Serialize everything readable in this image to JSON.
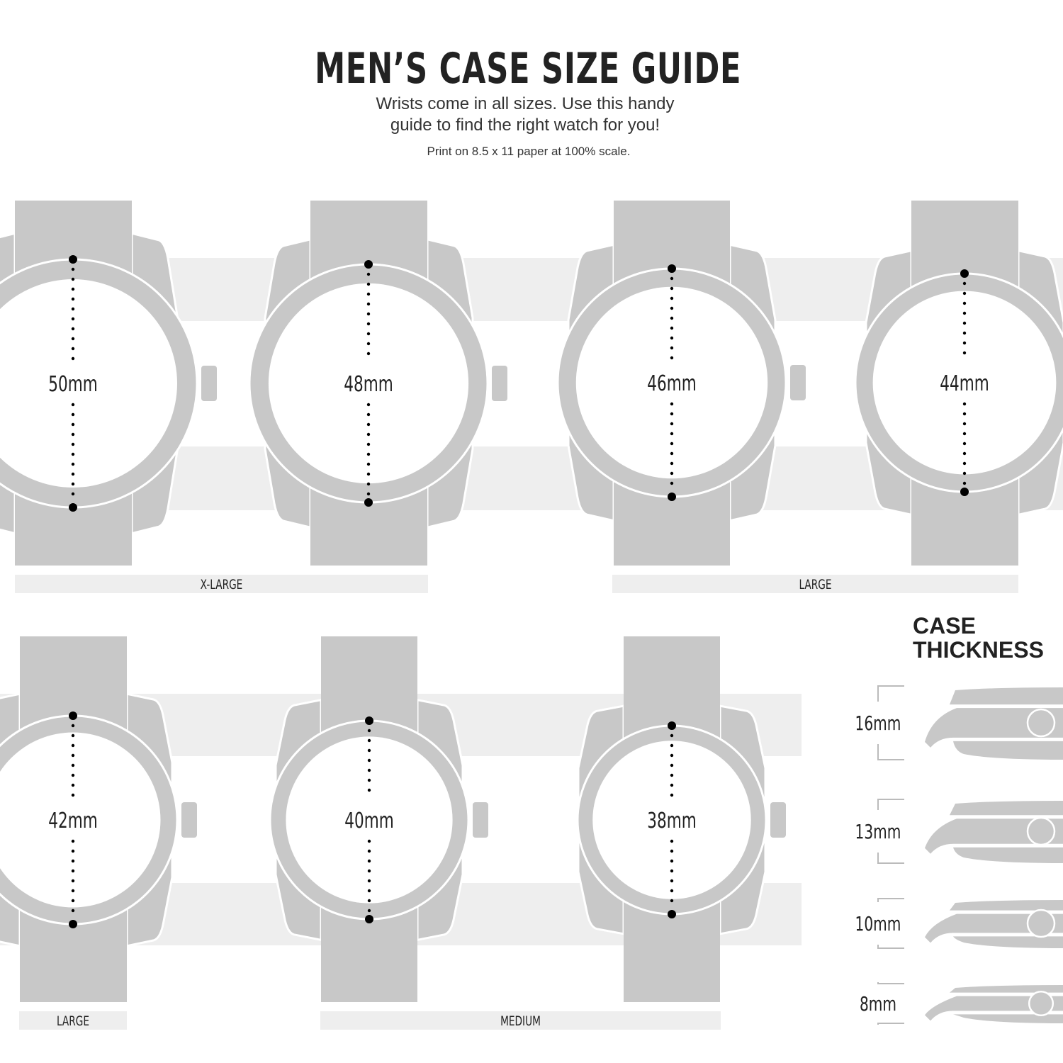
{
  "header": {
    "title": "MEN’S CASE SIZE GUIDE",
    "subtitle_line1": "Wrists come in all sizes. Use this handy",
    "subtitle_line2": "guide to find the right watch for you!",
    "print_note": "Print on 8.5 x 11 paper at 100% scale."
  },
  "watches": [
    {
      "label": "50mm",
      "diameter_mm": 50
    },
    {
      "label": "48mm",
      "diameter_mm": 48
    },
    {
      "label": "46mm",
      "diameter_mm": 46
    },
    {
      "label": "44mm",
      "diameter_mm": 44
    },
    {
      "label": "42mm",
      "diameter_mm": 42
    },
    {
      "label": "40mm",
      "diameter_mm": 40
    },
    {
      "label": "38mm",
      "diameter_mm": 38
    }
  ],
  "size_categories": [
    "X-LARGE",
    "LARGE",
    "LARGE",
    "MEDIUM"
  ],
  "thickness": {
    "title": "CASE THICKNESS",
    "items": [
      {
        "label": "16mm",
        "thickness_mm": 16
      },
      {
        "label": "13mm",
        "thickness_mm": 13
      },
      {
        "label": "10mm",
        "thickness_mm": 10
      },
      {
        "label": "8mm",
        "thickness_mm": 8
      }
    ]
  },
  "colors": {
    "case": "#c8c8c8",
    "band": "#eeeeee",
    "text": "#222222"
  }
}
